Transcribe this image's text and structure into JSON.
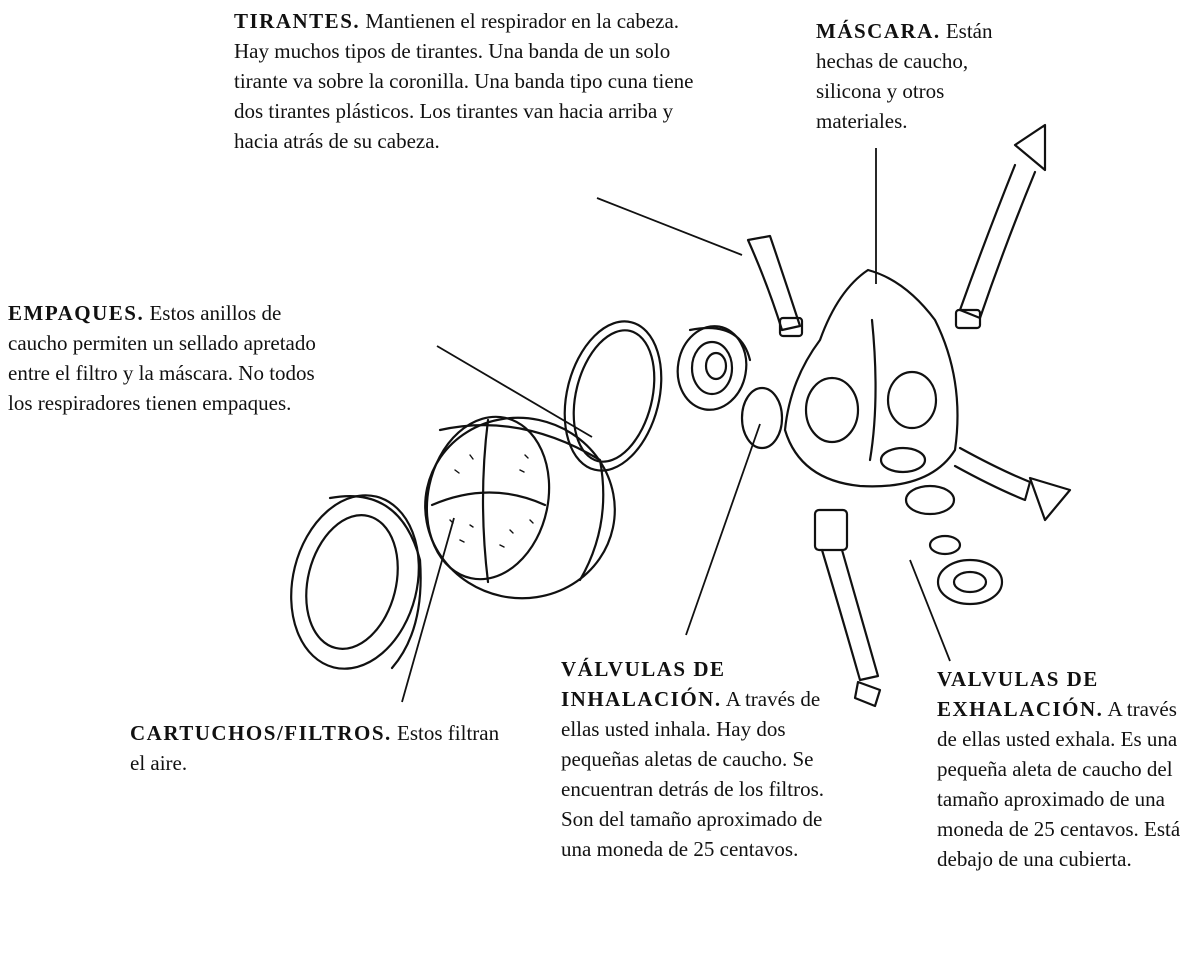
{
  "labels": {
    "tirantes": {
      "term": "TIRANTES.",
      "text": "Mantienen el respirador en la cabeza. Hay muchos tipos de tirantes. Una banda de un solo tirante va sobre la coronilla. Una banda tipo cuna tiene dos tirantes plásticos. Los tirantes van hacia arriba y hacia atrás de su cabeza."
    },
    "mascara": {
      "term": "MÁSCARA.",
      "text": "Están hechas de caucho, silicona y otros materiales."
    },
    "empaques": {
      "term": "EMPAQUES.",
      "text": "Estos anillos de caucho permiten un sellado apretado entre el filtro y la máscara. No todos los respiradores tienen empaques."
    },
    "cartuchos": {
      "term": "CARTUCHOS/FILTROS.",
      "text": "Estos filtran el aire."
    },
    "inhalacion": {
      "term": "VÁLVULAS DE INHALACIÓN.",
      "text": "A través de ellas usted inhala. Hay dos pequeñas aletas de caucho. Se encuentran detrás de los filtros. Son del tamaño aproximado de una moneda de 25 centavos."
    },
    "exhalacion": {
      "term": "VALVULAS DE EXHALACIÓN.",
      "text": "A través de ellas usted exhala. Es una pequeña aleta de caucho del tamaño aproximado de una moneda de 25 centavos. Está debajo de una cubierta."
    }
  }
}
